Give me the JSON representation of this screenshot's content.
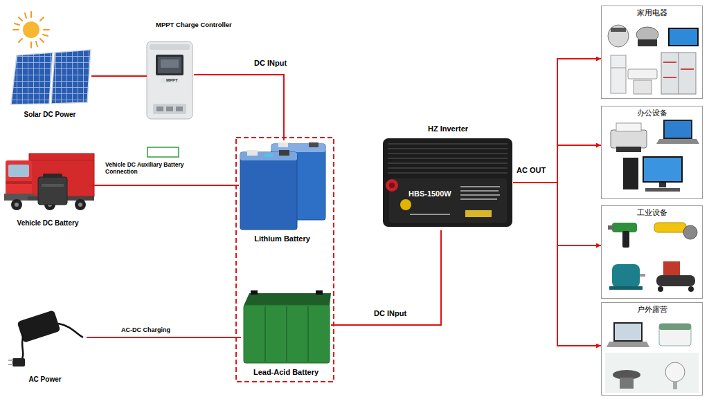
{
  "diagram": {
    "nodes": [
      {
        "text": [
          "Solar DC Power"
        ]
      },
      {
        "text": [
          "MPPT Charge Controller"
        ]
      },
      {
        "text": [
          "Vehicle DC Battery"
        ]
      },
      {
        "text": [
          "Lithium Battery"
        ]
      },
      {
        "text": [
          "HZ Inverter",
          "HBS-1500W"
        ]
      },
      {
        "text": [
          "AC Power"
        ]
      },
      {
        "text": [
          "Lead-Acid Battery"
        ]
      },
      {
        "text": [
          "家用电器"
        ]
      },
      {
        "text": [
          "办公设备"
        ]
      },
      {
        "text": [
          "工业设备"
        ]
      },
      {
        "text": [
          "户外露营"
        ]
      }
    ],
    "edges": [
      {
        "from": 0,
        "to": 1,
        "arrow": "none"
      },
      {
        "from": 1,
        "to": 3,
        "label": "DC INput",
        "arrow": "none"
      },
      {
        "from": 2,
        "to": 3,
        "label": "Vehicle DC Auxiliary Battery Connection",
        "arrow": "none"
      },
      {
        "from": 5,
        "to": 6,
        "label": "AC-DC Charging",
        "arrow": "none"
      },
      {
        "from": 6,
        "to": 4,
        "label": "DC INput",
        "arrow": "none"
      },
      {
        "from": 4,
        "to": 7,
        "label": "AC OUT",
        "arrow": "to"
      },
      {
        "from": 4,
        "to": 8,
        "arrow": "to"
      },
      {
        "from": 4,
        "to": 9,
        "arrow": "to"
      },
      {
        "from": 4,
        "to": 10,
        "arrow": "to"
      }
    ],
    "labels": [
      "MPPT"
    ]
  }
}
